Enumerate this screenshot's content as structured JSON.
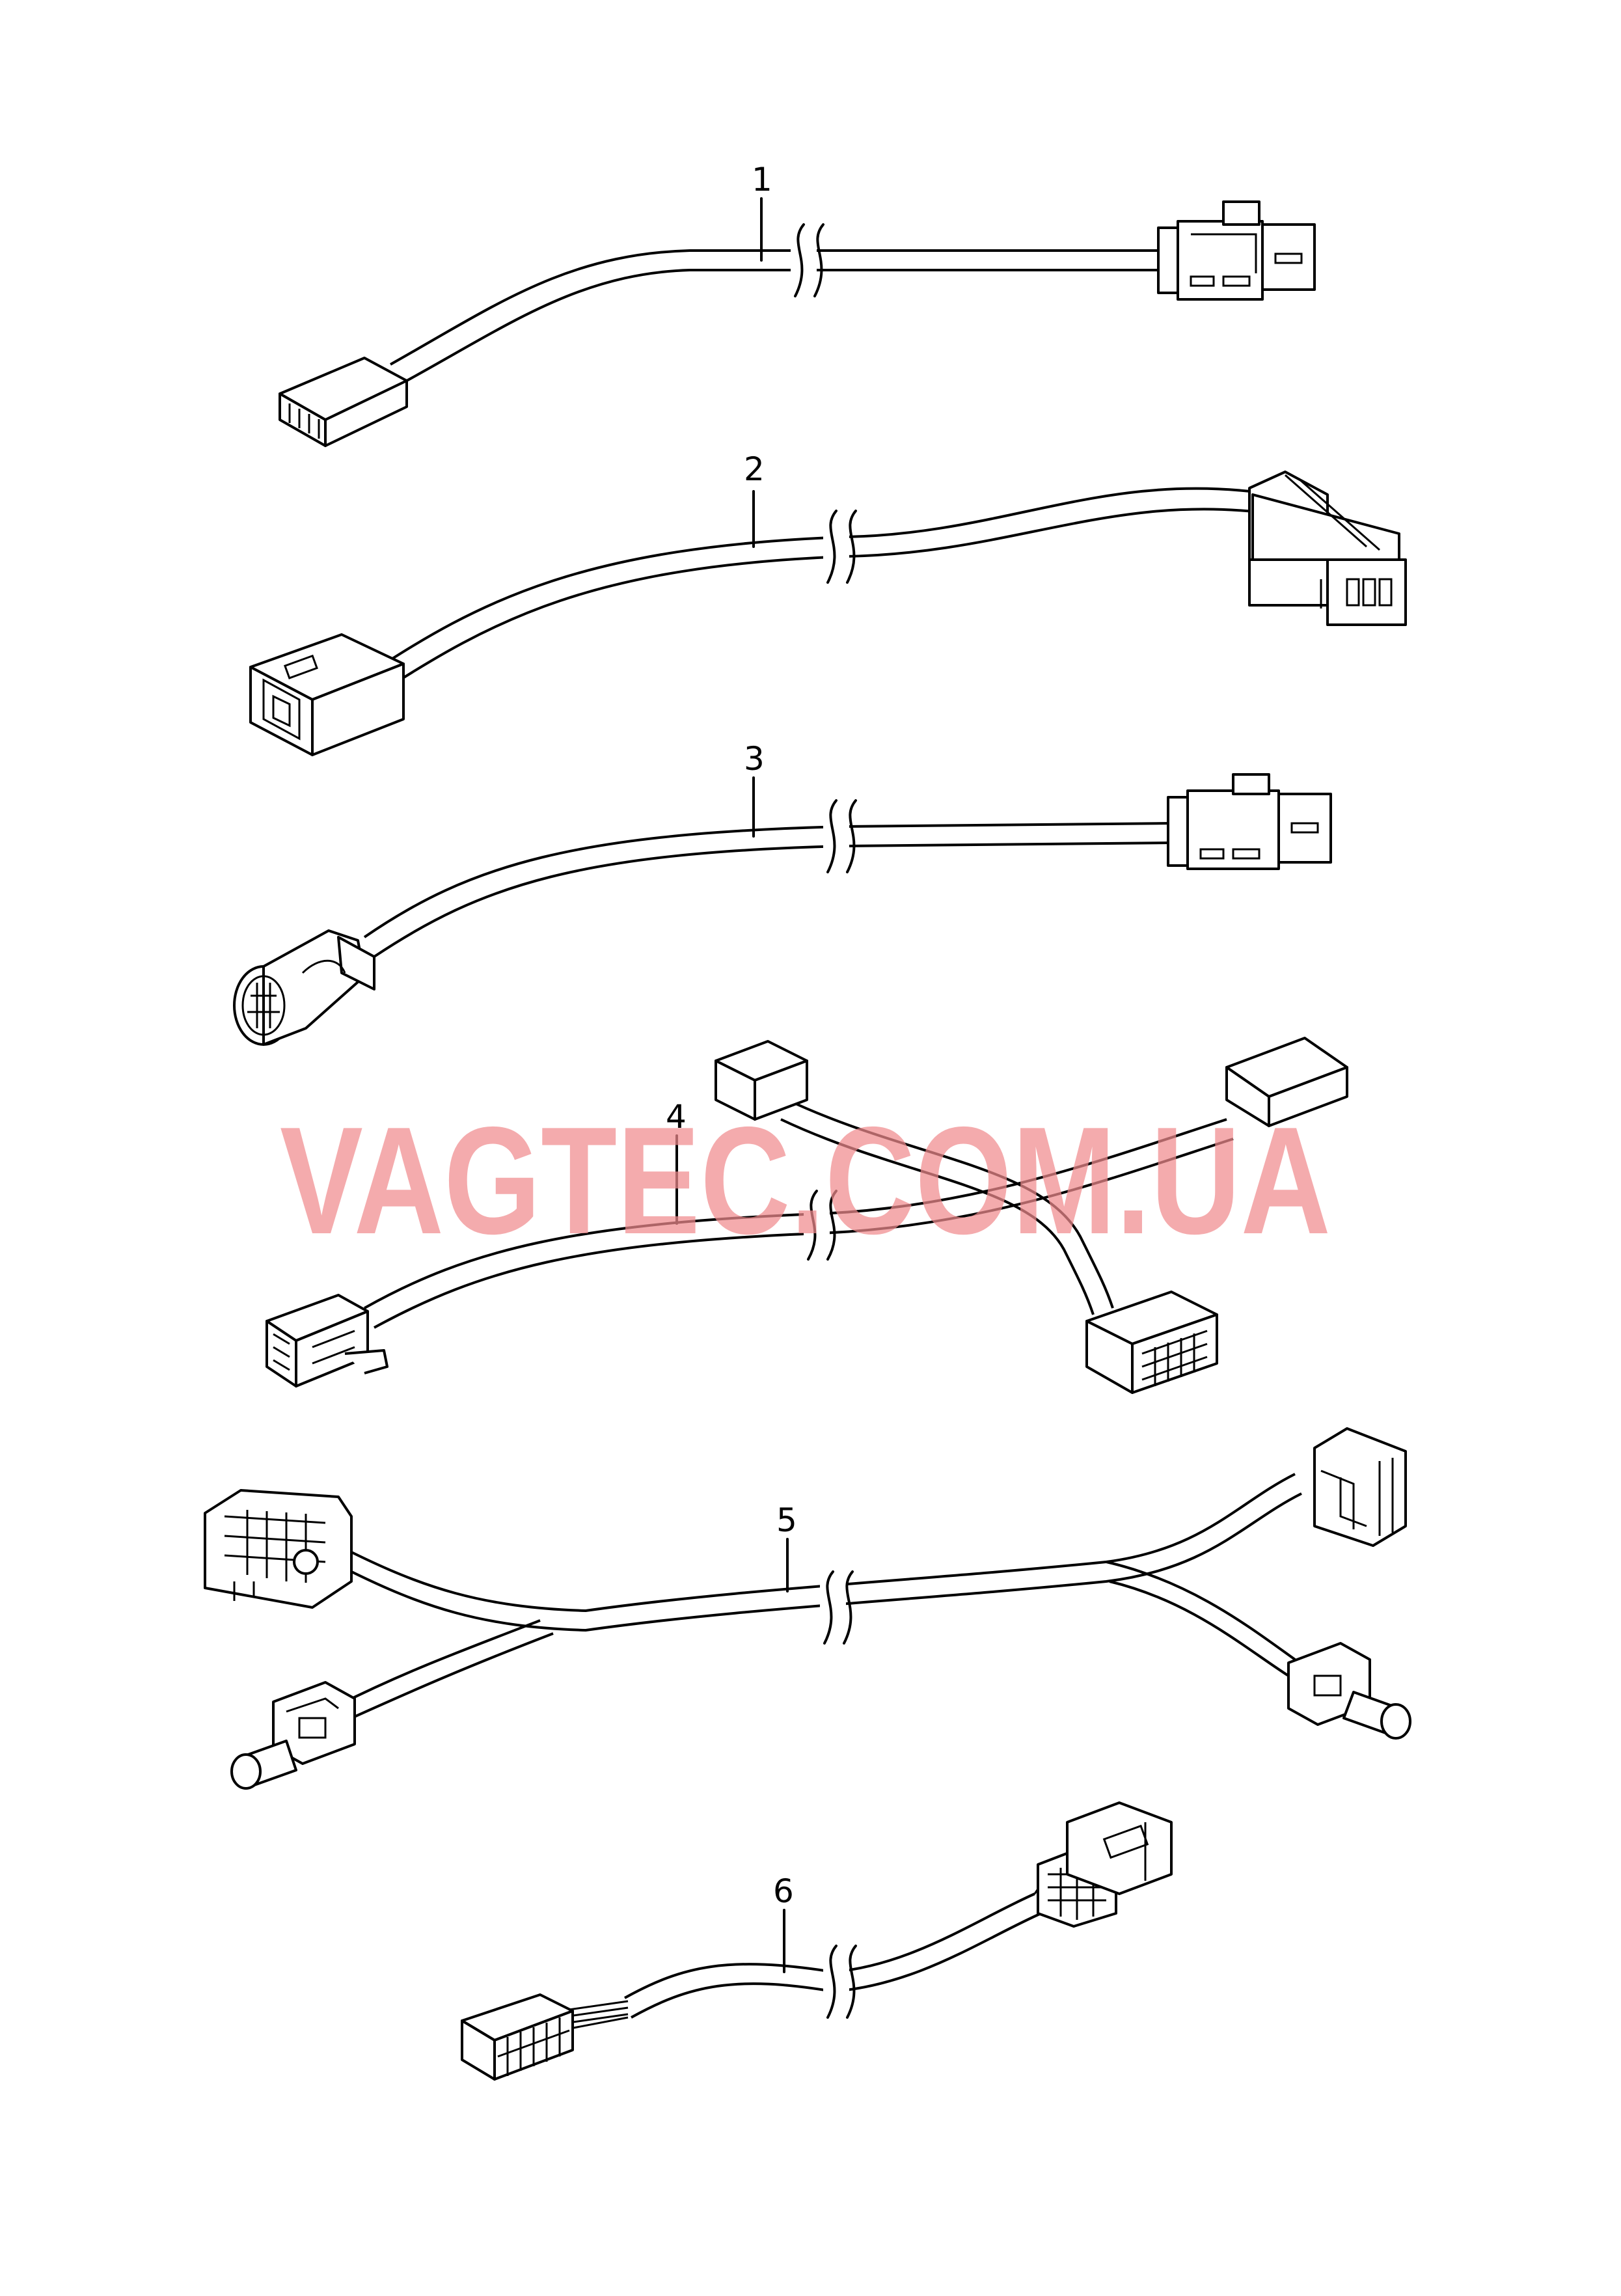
{
  "diagram": {
    "items": [
      {
        "callout": "1"
      },
      {
        "callout": "2"
      },
      {
        "callout": "3"
      },
      {
        "callout": "4"
      },
      {
        "callout": "5"
      },
      {
        "callout": "6"
      }
    ],
    "watermark": "VAGTEC.COM.UA",
    "watermark_color": "#f08a8e"
  }
}
